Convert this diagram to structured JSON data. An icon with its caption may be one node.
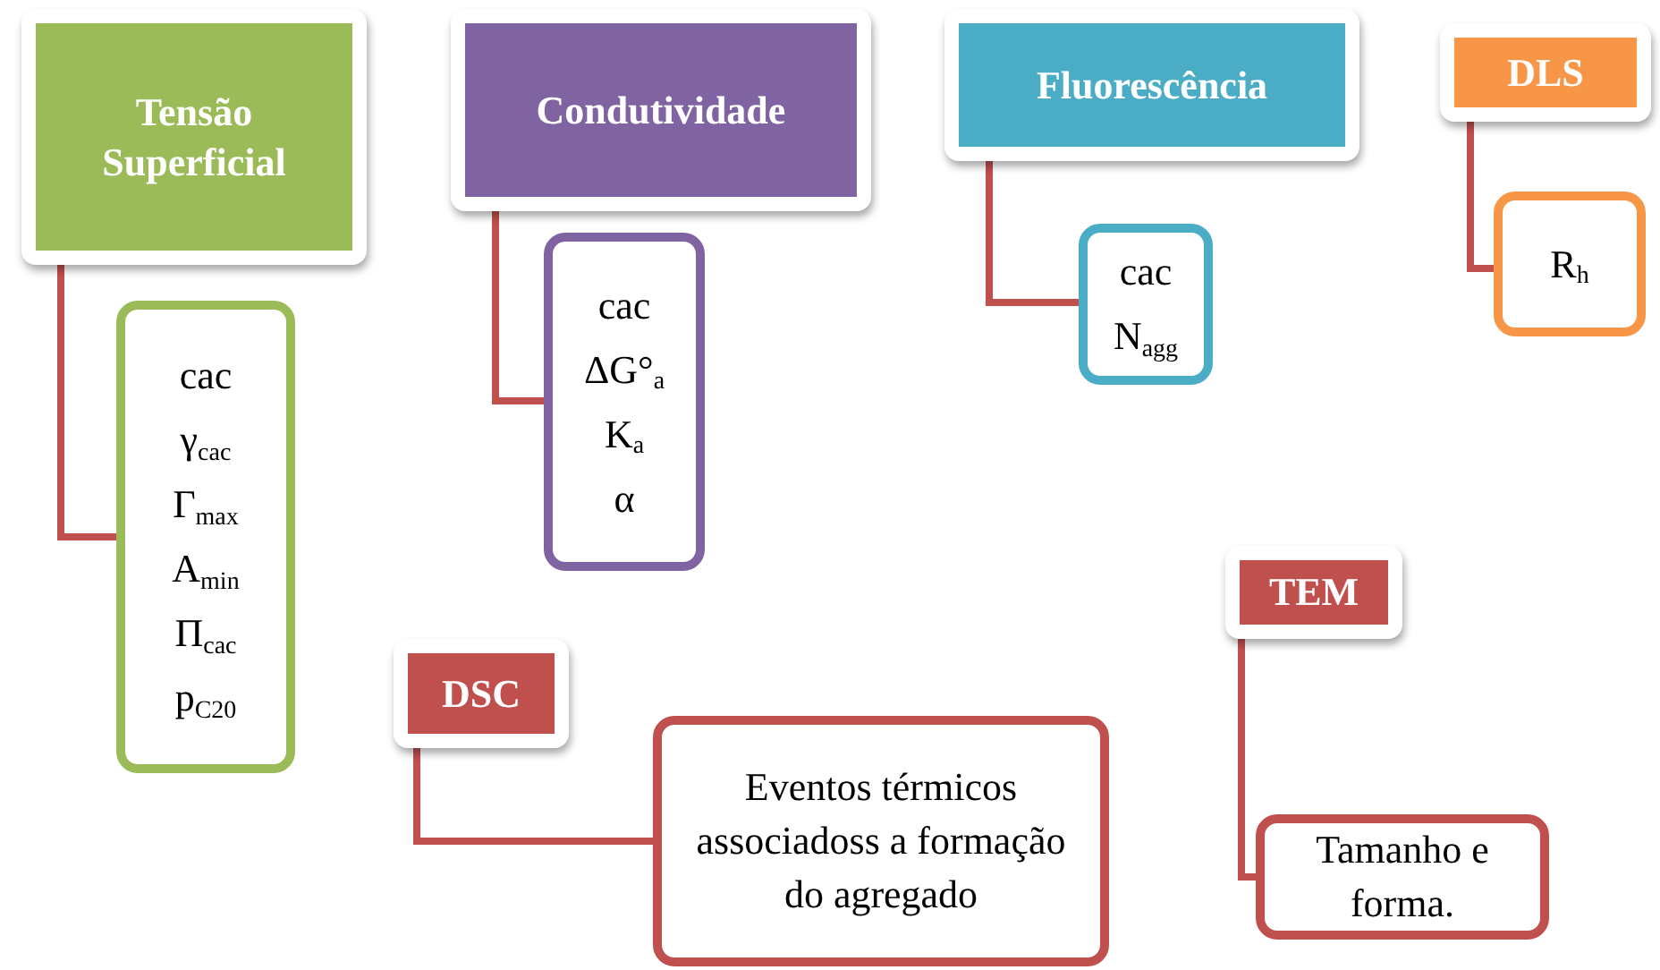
{
  "diagram": {
    "nodes": [
      {
        "text": [
          "Tensão Superficial"
        ]
      },
      {
        "text": [
          "cac",
          "γ$_{cac}$",
          "Γ$_{max}$",
          "A$_{min}$",
          "Π$_{cac}$",
          "p$_{C20}$"
        ]
      },
      {
        "text": [
          "Condutividade"
        ]
      },
      {
        "text": [
          "cac",
          "ΔG°$_{a}$",
          "K$_{a}$",
          "α"
        ]
      },
      {
        "text": [
          "Fluorescência"
        ]
      },
      {
        "text": [
          "cac",
          "N$_{agg}$"
        ]
      },
      {
        "text": [
          "DLS"
        ]
      },
      {
        "text": [
          "R$_{h}$"
        ]
      },
      {
        "text": [
          "DSC"
        ]
      },
      {
        "text": [
          "Eventos térmicos associadoss a formação do agregado"
        ]
      },
      {
        "text": [
          "TEM"
        ]
      },
      {
        "text": [
          "Tamanho e forma."
        ]
      }
    ],
    "edges": [
      {
        "from": 0,
        "to": 1,
        "arrow": "none"
      },
      {
        "from": 2,
        "to": 3,
        "arrow": "none"
      },
      {
        "from": 4,
        "to": 5,
        "arrow": "none"
      },
      {
        "from": 6,
        "to": 7,
        "arrow": "none"
      },
      {
        "from": 8,
        "to": 9,
        "arrow": "none"
      },
      {
        "from": 10,
        "to": 11,
        "arrow": "none"
      }
    ]
  }
}
